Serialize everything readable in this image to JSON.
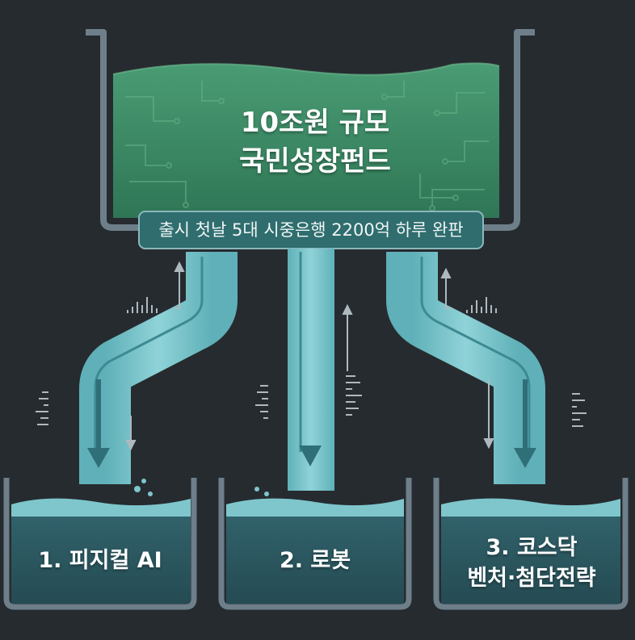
{
  "tank": {
    "line1": "10조원 규모",
    "line2": "국민성장펀드"
  },
  "banner": {
    "text": "출시 첫날 5대 시중은행 2200억 하루 완판"
  },
  "buckets": [
    {
      "label": "1. 피지컬 AI"
    },
    {
      "label": "2. 로봇"
    },
    {
      "label_line1": "3. 코스닥",
      "label_line2": "벤처·첨단전략"
    }
  ],
  "colors": {
    "background": "#262b30",
    "tank_fill": "#3d8a64",
    "water": "#7ec6cc",
    "bucket_fill": "#2c5a63",
    "frame": "#6e7f8a"
  },
  "icons": [
    "arrow-up-icon",
    "arrow-down-icon",
    "sound-wave-icon",
    "circuit-pattern-icon"
  ]
}
